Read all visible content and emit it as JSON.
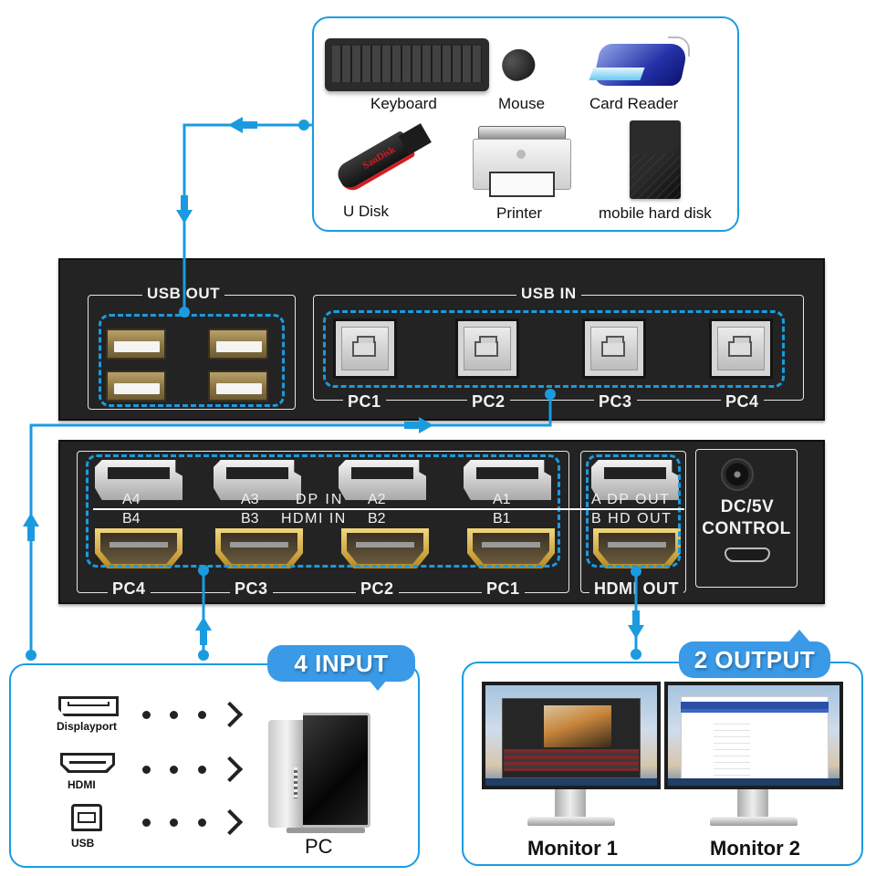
{
  "peripherals": {
    "items": [
      {
        "name": "keyboard",
        "label": "Keyboard"
      },
      {
        "name": "mouse",
        "label": "Mouse"
      },
      {
        "name": "card-reader",
        "label": "Card Reader"
      },
      {
        "name": "u-disk",
        "label": "U Disk"
      },
      {
        "name": "printer",
        "label": "Printer"
      },
      {
        "name": "mobile-hard-disk",
        "label": "mobile hard disk"
      }
    ],
    "usb_disk_brand": "SanDisk"
  },
  "top_panel": {
    "usb_out_label": "USB OUT",
    "usb_in_label": "USB IN",
    "usb_in_ports": [
      "PC1",
      "PC2",
      "PC3",
      "PC4"
    ]
  },
  "bottom_panel": {
    "dp_ports": [
      "A4",
      "A3",
      "A2",
      "A1"
    ],
    "hdmi_ports": [
      "B4",
      "B3",
      "B2",
      "B1"
    ],
    "dp_in_label": "DP IN",
    "hdmi_in_label": "HDMI IN",
    "pc_labels": [
      "PC4",
      "PC3",
      "PC2",
      "PC1"
    ],
    "dp_out_label": "A DP OUT",
    "hd_out_label": "B HD OUT",
    "hdmi_out_label": "HDMI OUT",
    "power_label_1": "DC/5V",
    "power_label_2": "CONTROL"
  },
  "input_box": {
    "badge": "4 INPUT",
    "connectors": [
      {
        "icon": "displayport-icon",
        "label": "Displayport"
      },
      {
        "icon": "hdmi-icon",
        "label": "HDMI"
      },
      {
        "icon": "usb-b-icon",
        "label": "USB"
      }
    ],
    "target_label": "PC"
  },
  "output_box": {
    "badge": "2 OUTPUT",
    "monitors": [
      "Monitor 1",
      "Monitor 2"
    ]
  },
  "colors": {
    "accent": "#1a9be0",
    "badge": "#3a9ae8",
    "panel": "#232323"
  }
}
